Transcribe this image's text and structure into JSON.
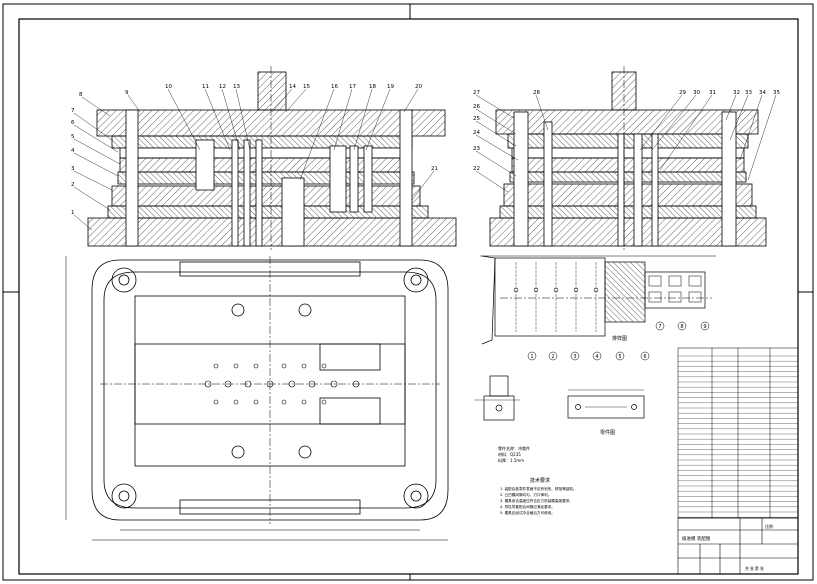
{
  "drawing": {
    "type": "progressive die assembly drawing",
    "line_color": "#000000",
    "hatch_color": "#000000",
    "background": "#ffffff"
  },
  "callouts_left": [
    "1",
    "2",
    "3",
    "4",
    "5",
    "6",
    "7",
    "8",
    "9",
    "10",
    "11",
    "12",
    "13",
    "14",
    "15",
    "16",
    "17",
    "18",
    "19",
    "20",
    "21"
  ],
  "callouts_right": [
    "22",
    "23",
    "24",
    "25",
    "26",
    "27",
    "28",
    "29",
    "30",
    "31",
    "32",
    "33",
    "34",
    "35"
  ],
  "strip_stations": [
    "1",
    "2",
    "3",
    "4",
    "5",
    "6",
    "7",
    "8",
    "9"
  ],
  "strip_caption": "排样图",
  "part_caption": "零件图",
  "part_spec": {
    "material_label": "零件名称：冲裁件",
    "material": "材料：Q235",
    "thickness": "料厚：1.5mm"
  },
  "tech_req": {
    "title": "技术要求",
    "lines": [
      "1. 装配后各零件表面不应有划伤、锈蚀等缺陷。",
      "2. 凸凹模间隙均匀，刃口锋利。",
      "3. 模具闭合高度应符合压力机装模高度要求。",
      "4. 导柱导套配合间隙应满足要求。",
      "5. 模具应经试冲合格后方可使用。"
    ]
  },
  "title_block": {
    "drawing_name": "级进模 装配图",
    "scale_label": "比例",
    "sheet_label": "共 张 第 张"
  }
}
